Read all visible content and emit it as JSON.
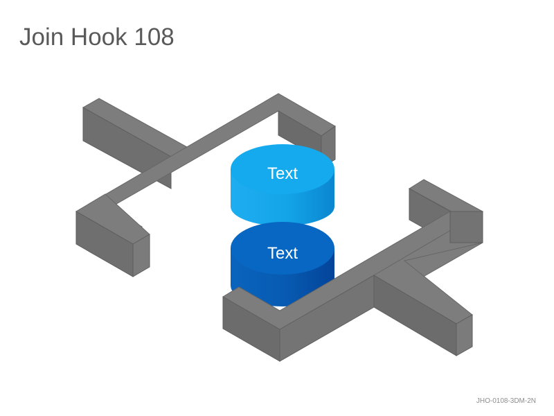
{
  "title": "Join Hook 108",
  "code": "JHO-0108-3DM-2N",
  "cylinders": [
    {
      "label": "Text",
      "color_top": "#15AAEE",
      "color_side": "#0E8ED8"
    },
    {
      "label": "Text",
      "color_top": "#0868C2",
      "color_side": "#04509E"
    }
  ],
  "colors": {
    "bar_top": "#7a7a7a",
    "bar_side": "#6d6d6d",
    "bar_edge": "#5a5a5a"
  }
}
